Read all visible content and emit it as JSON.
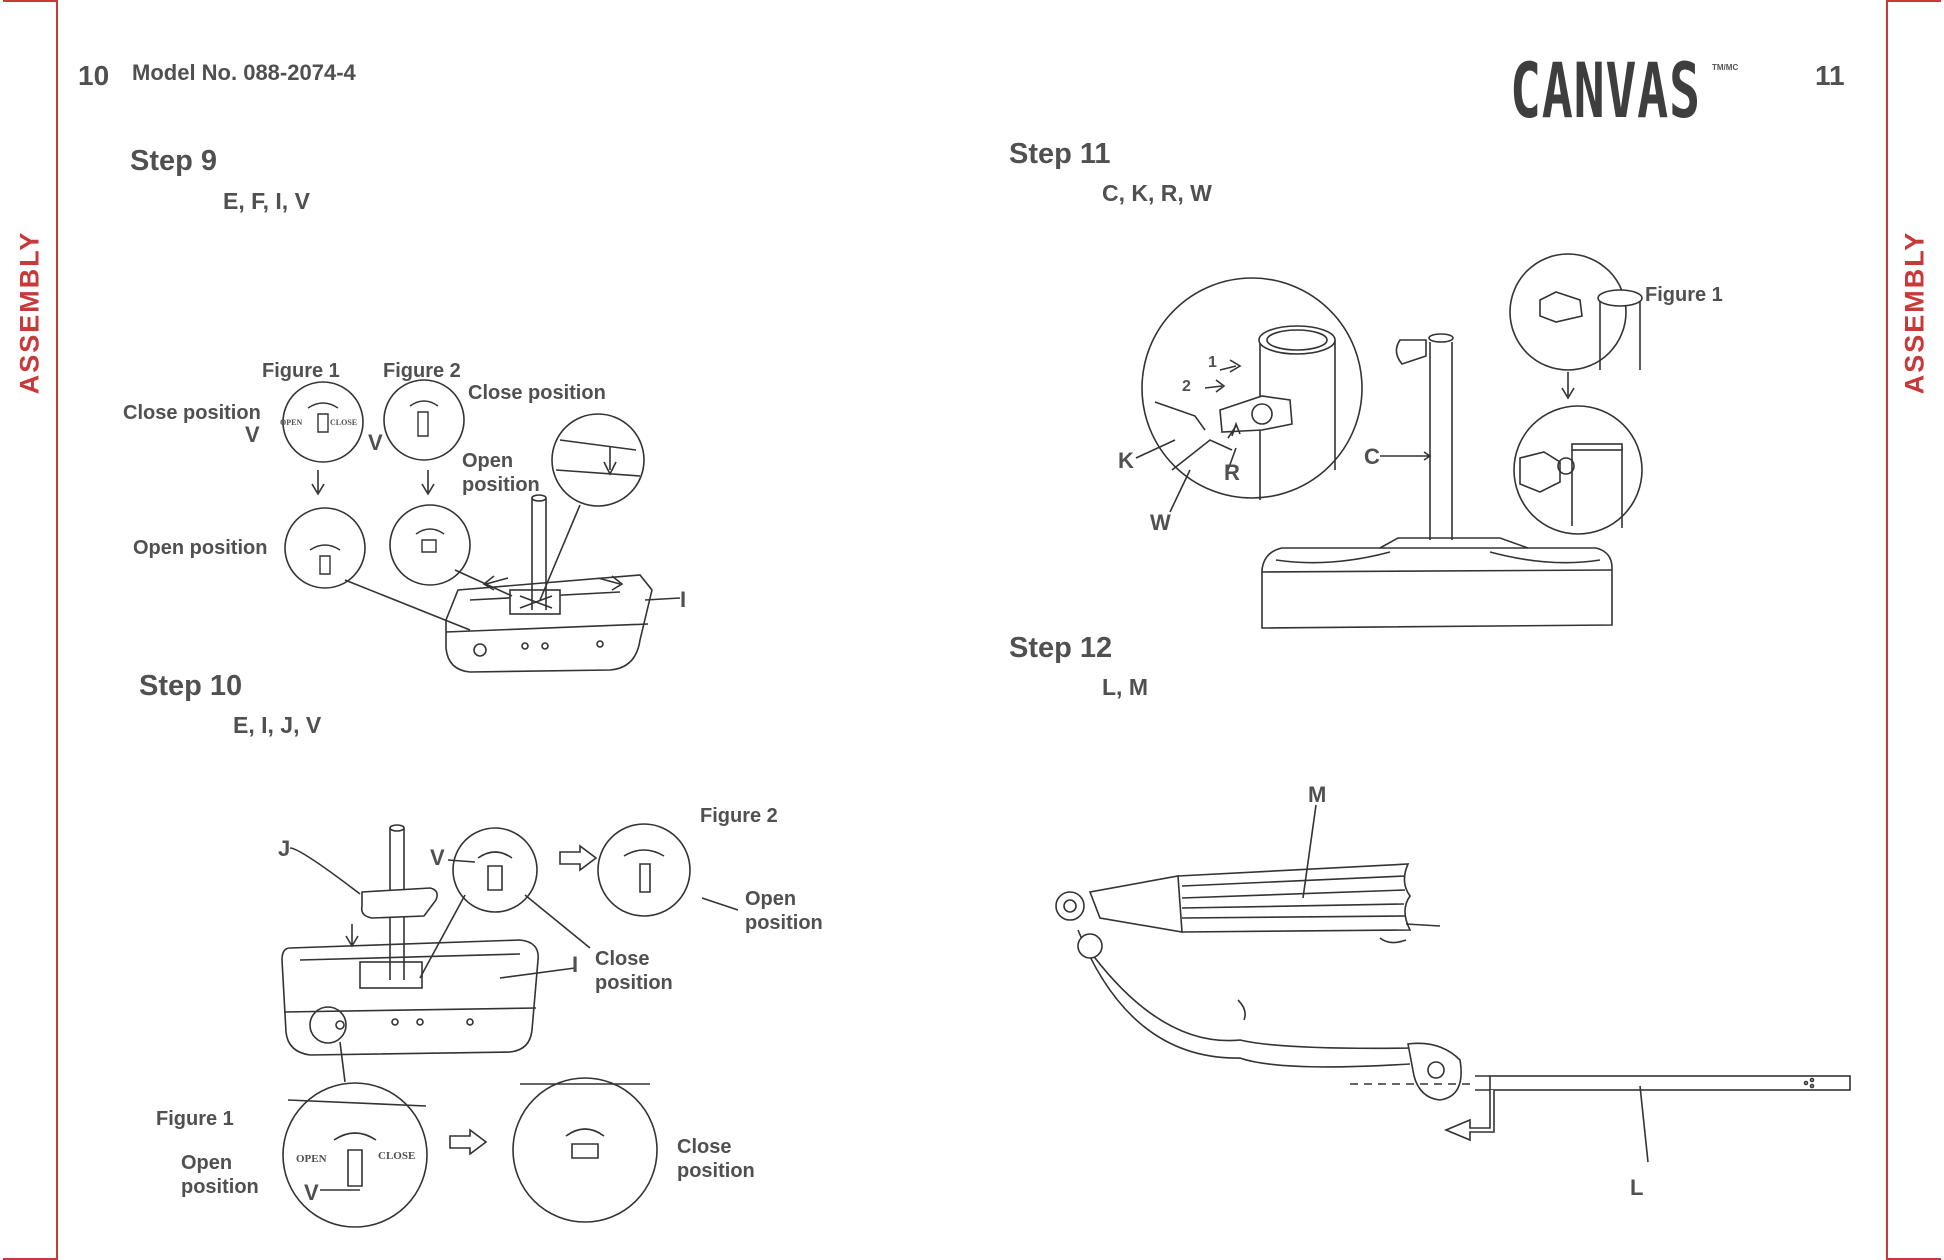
{
  "side_tabs": {
    "left_label": "ASSEMBLY",
    "right_label": "ASSEMBLY"
  },
  "header": {
    "left_page_number": "10",
    "model": "Model No. 088-2074-4",
    "brand": "CANVAS",
    "brand_mark": "TM/MC",
    "right_page_number": "11"
  },
  "steps": {
    "step9": {
      "title": "Step 9",
      "parts": "E, F, I, V",
      "labels": {
        "figure1": "Figure 1",
        "figure2": "Figure 2",
        "close_position_1": "Close position",
        "close_position_2": "Close position",
        "open_position_1": "Open position",
        "open_2": "Open",
        "position_2": "position",
        "v_1": "V",
        "v_2": "V",
        "i": "I"
      },
      "dial_text": {
        "open": "OPEN",
        "close": "CLOSE"
      }
    },
    "step10": {
      "title": "Step 10",
      "parts": "E, I, J, V",
      "labels": {
        "j": "J",
        "v_1": "V",
        "i": "I",
        "figure2": "Figure 2",
        "open_a": "Open",
        "position_a": "position",
        "close_b": "Close",
        "position_b": "position",
        "figure1": "Figure 1",
        "open_c": "Open",
        "position_c": "position",
        "v_2": "V",
        "close_d": "Close",
        "position_d": "position"
      },
      "dial_text": {
        "open": "OPEN",
        "close": "CLOSE"
      }
    },
    "step11": {
      "title": "Step 11",
      "parts": "C, K, R, W",
      "labels": {
        "figure1": "Figure 1",
        "k": "K",
        "r": "R",
        "w": "W",
        "c": "C",
        "num1": "1",
        "num2": "2"
      }
    },
    "step12": {
      "title": "Step 12",
      "parts": "L, M",
      "labels": {
        "m": "M",
        "l": "L"
      }
    }
  },
  "colors": {
    "accent_red": "#c8393a",
    "text_gray": "#505050",
    "line": "#333333"
  }
}
